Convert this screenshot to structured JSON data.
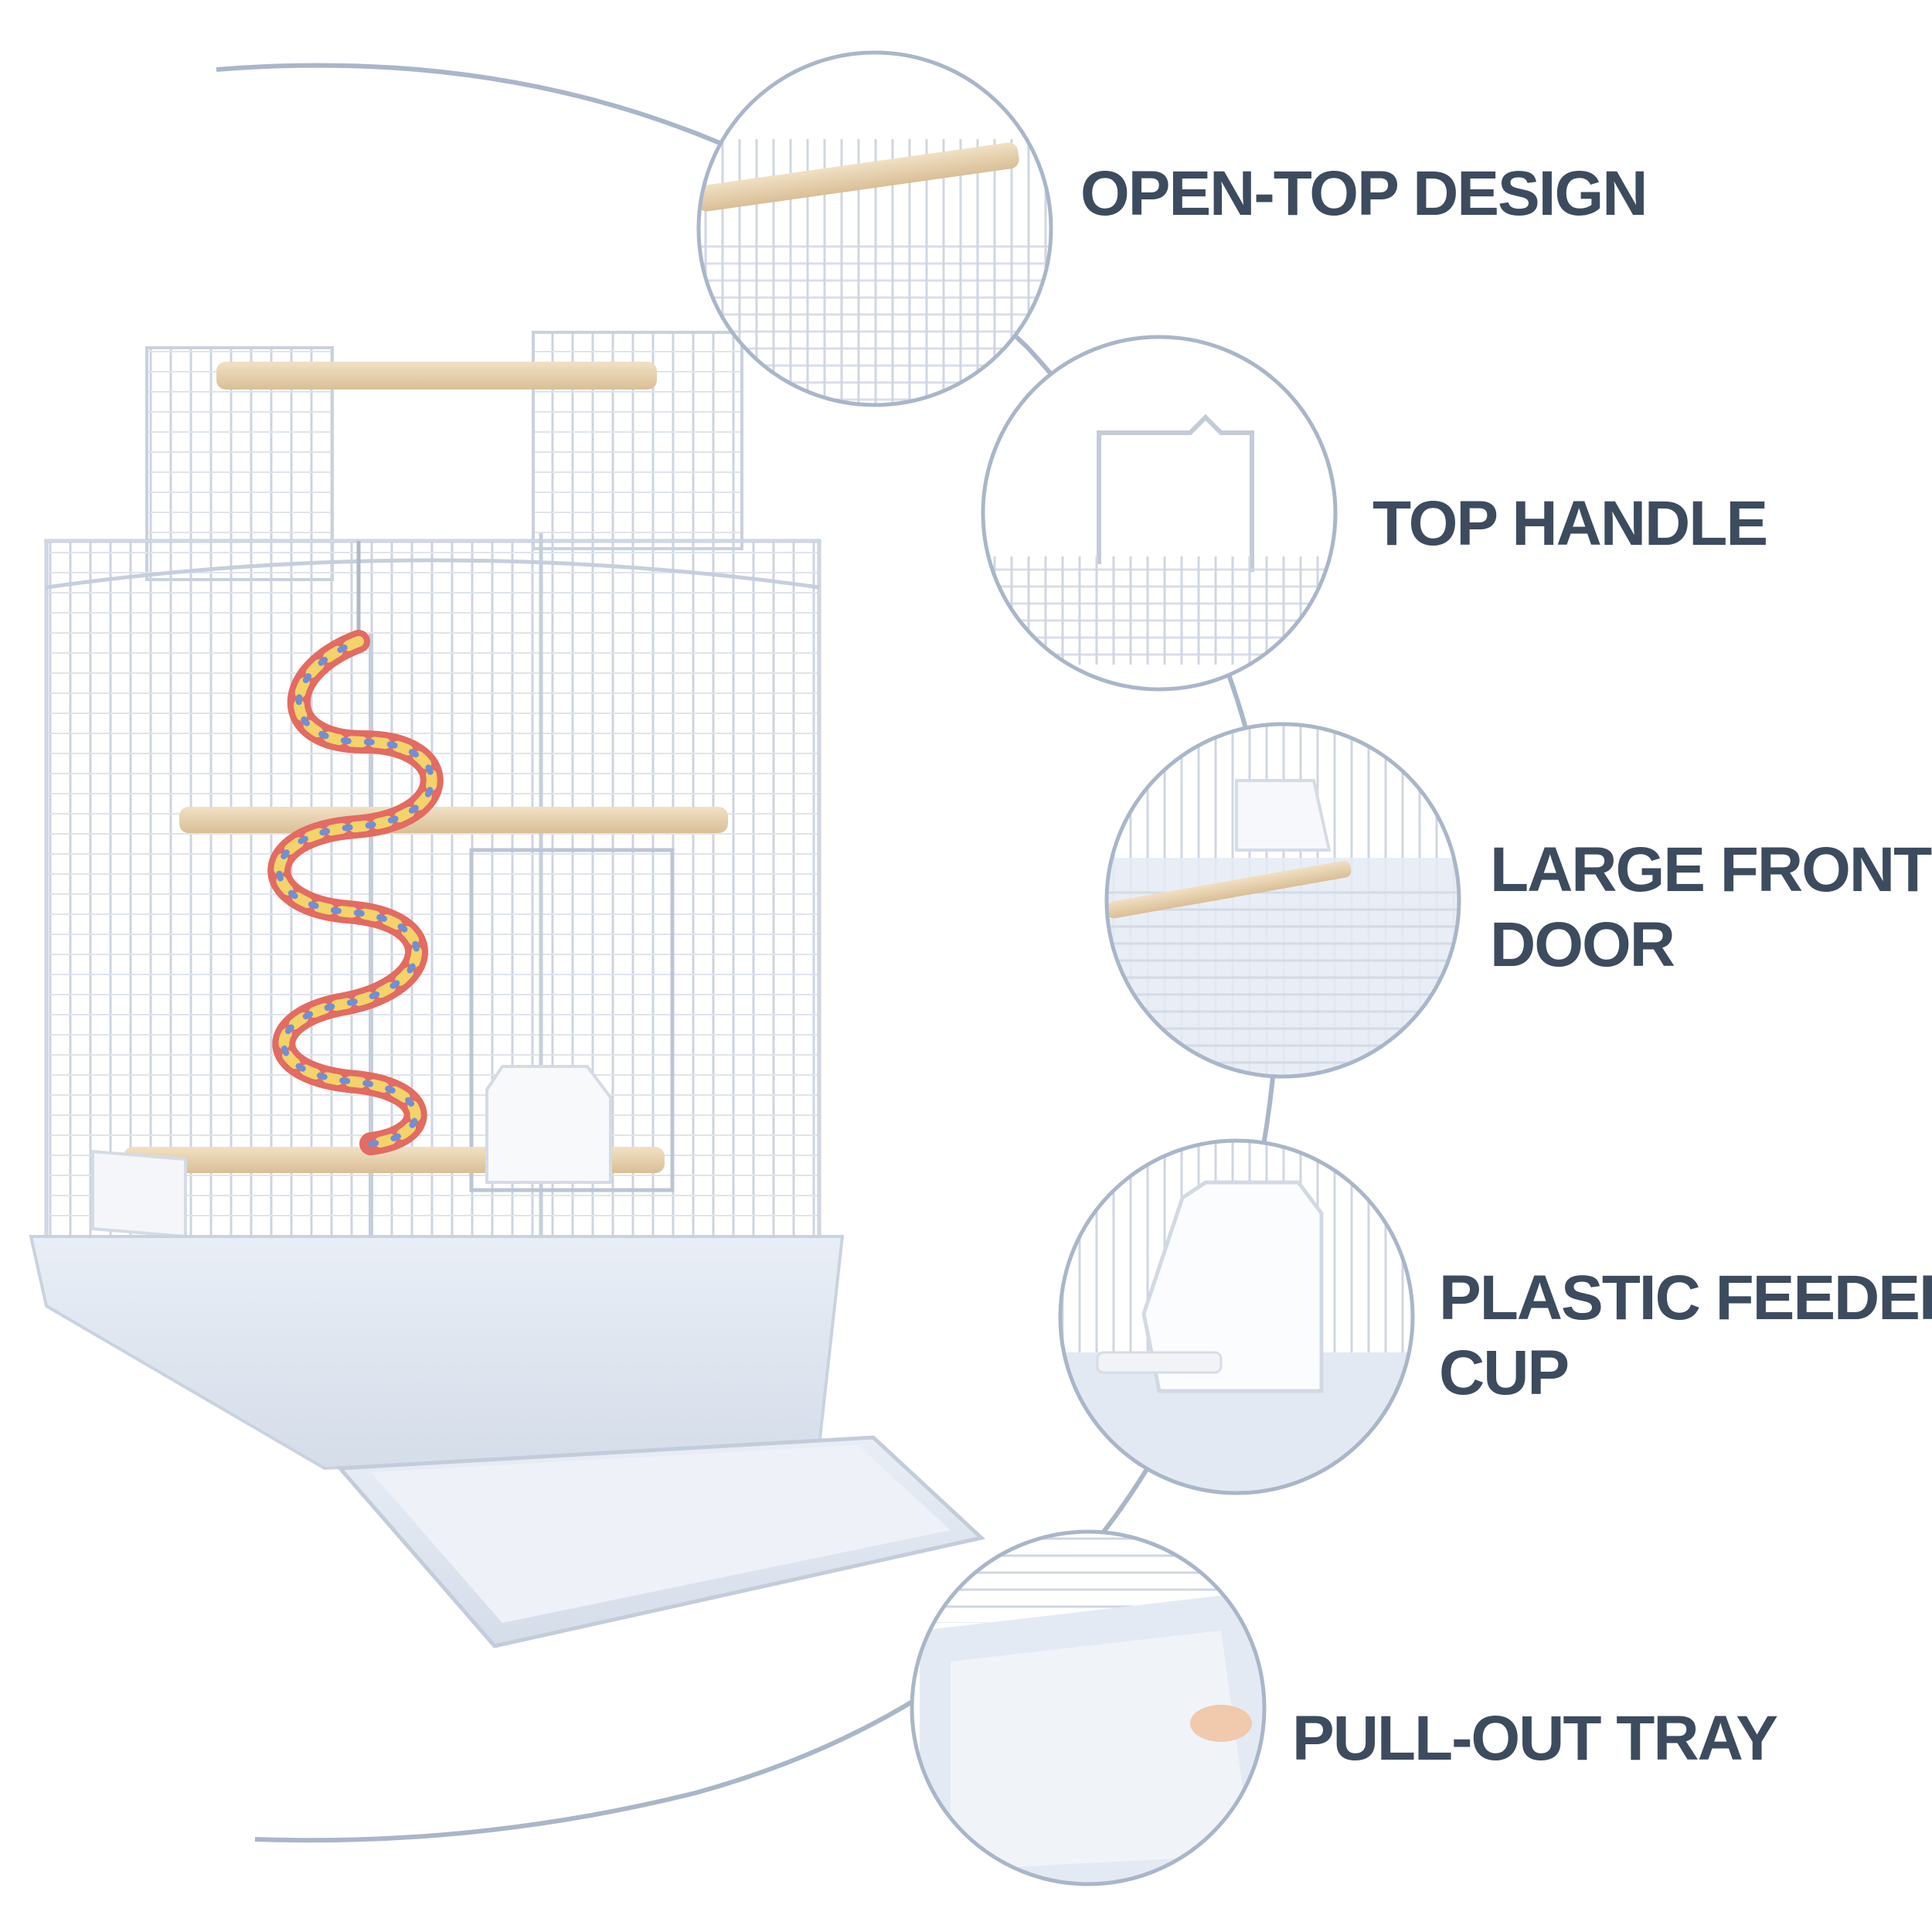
{
  "colors": {
    "label_text": "#3d4b5e",
    "arc": "#a9b6c9",
    "cage_wire": "#cfd6e2",
    "tray": "#dde4ef",
    "perch_wood": "#e8d2b0"
  },
  "features": [
    {
      "lines": [
        "OPEN-TOP DESIGN"
      ]
    },
    {
      "lines": [
        "TOP HANDLE"
      ]
    },
    {
      "lines": [
        "LARGE FRONT",
        "DOOR"
      ]
    },
    {
      "lines": [
        "PLASTIC FEEDER",
        "CUP"
      ]
    },
    {
      "lines": [
        "PULL-OUT TRAY"
      ]
    }
  ]
}
